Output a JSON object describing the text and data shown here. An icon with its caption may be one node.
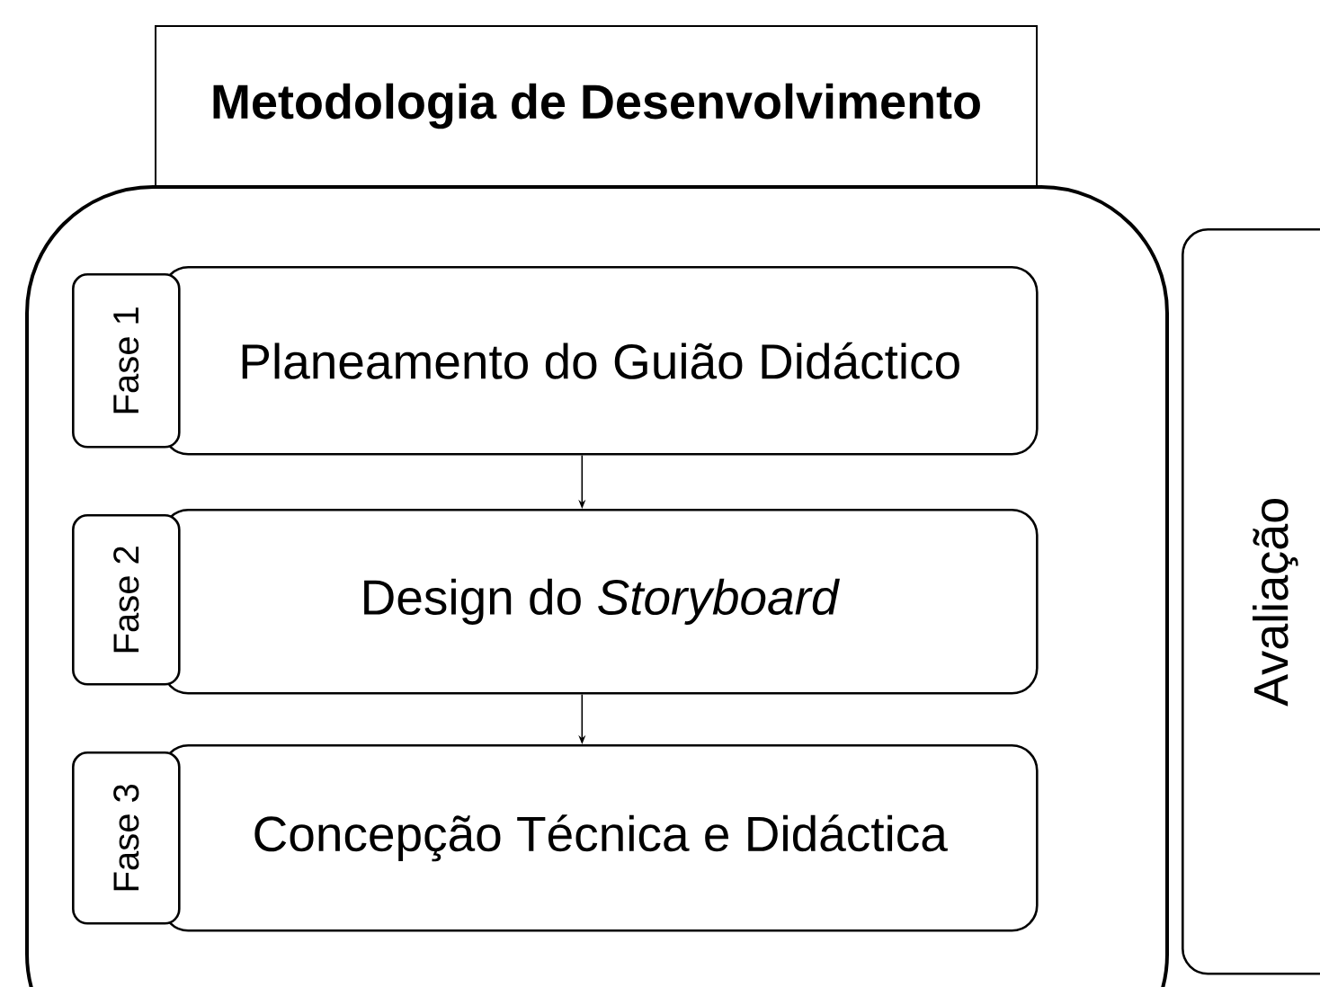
{
  "diagram": {
    "nodes": [
      {
        "text": [
          "Metodologia de Desenvolvimento"
        ]
      },
      {
        "text": [],
        "shape": "box"
      },
      {
        "text": [
          "Planeamento do Guião Didáctico"
        ],
        "in": 1
      },
      {
        "text": [
          "Fase 1"
        ],
        "in": 1
      },
      {
        "text": [
          "Design do *Storyboard*"
        ],
        "in": 1
      },
      {
        "text": [
          "Fase 2"
        ],
        "in": 1
      },
      {
        "text": [
          "Concepção Técnica e Didáctica"
        ],
        "in": 1
      },
      {
        "text": [
          "Fase 3"
        ],
        "in": 1
      },
      {
        "text": [
          "Avaliação"
        ]
      }
    ],
    "edges": [
      {
        "from": 2,
        "to": 4,
        "arrow": "to"
      },
      {
        "from": 4,
        "to": 6,
        "arrow": "to"
      }
    ]
  }
}
